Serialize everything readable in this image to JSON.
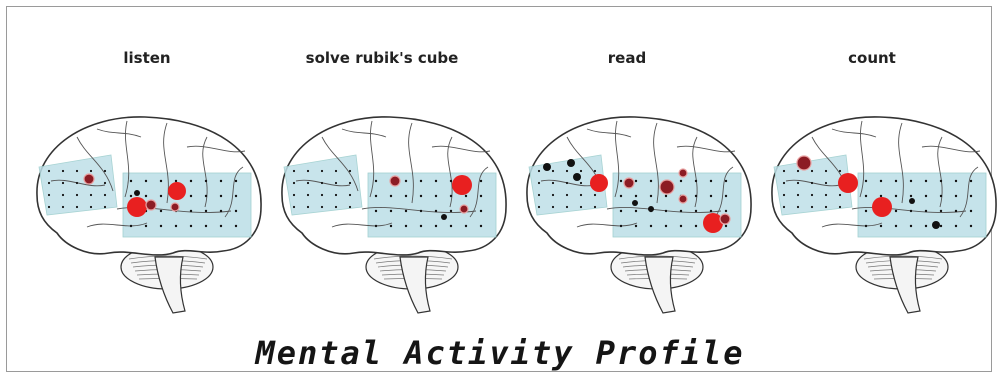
{
  "labels": {
    "listen": "listen",
    "rubik": "solve rubik's cube",
    "read": "read",
    "count": "count"
  },
  "title": "Mental Activity Profile",
  "colors": {
    "grid_fill": "#bfe0e8",
    "activation_large": "#e82020",
    "activation_medium": "#8c1c24",
    "electrode": "#111111",
    "outline": "#333333"
  }
}
